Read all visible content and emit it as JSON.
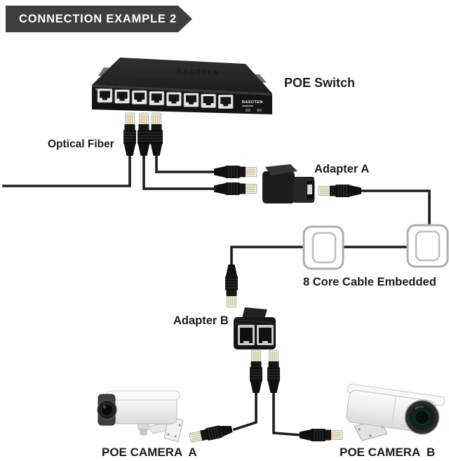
{
  "banner": {
    "title": "CONNECTION EXAMPLE 2",
    "bg": "#3e3e40",
    "fg": "#ffffff"
  },
  "labels": {
    "poe_switch": "POE Switch",
    "optical_fiber": "Optical Fiber",
    "adapter_a": "Adapter A",
    "eight_core_cable": "8 Core Cable Embedded",
    "adapter_b": "Adapter B",
    "poe_camera_a": "POE CAMERA  A",
    "poe_camera_b": "POE CAMERA  B"
  },
  "switch": {
    "brand": "BASOTEN",
    "port_count": 8
  },
  "diagram": {
    "nodes": [
      "POE Switch",
      "Optical Fiber cables",
      "Adapter A",
      "8 Core Cable Embedded wall boxes",
      "Adapter B",
      "POE Camera A",
      "POE Camera B"
    ],
    "connections": [
      {
        "from": "POE Switch",
        "to": "left cable exit"
      },
      {
        "from": "POE Switch",
        "to": "Adapter A"
      },
      {
        "from": "POE Switch",
        "to": "Adapter A"
      },
      {
        "from": "Adapter A",
        "to": "8 Core Cable Embedded"
      },
      {
        "from": "8 Core Cable Embedded",
        "to": "Adapter B"
      },
      {
        "from": "Adapter B",
        "to": "POE Camera A"
      },
      {
        "from": "Adapter B",
        "to": "POE Camera B"
      }
    ]
  },
  "colors": {
    "cable": "#1c1c1c",
    "device_dark": "#161616",
    "pin_face": "#f4f1e8",
    "pin_gold": "#c6b27a",
    "outline_gray": "#b0b0b0"
  }
}
